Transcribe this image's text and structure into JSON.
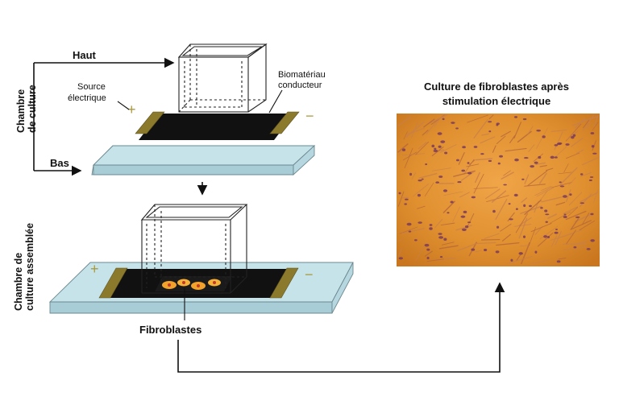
{
  "labels": {
    "haut": "Haut",
    "bas": "Bas",
    "chambre_de_culture_1": "Chambre",
    "chambre_de_culture_2": "de culture",
    "source_1": "Source",
    "source_2": "électrique",
    "biomateriau_1": "Biomatériau",
    "biomateriau_2": "conducteur",
    "chambre_assemblee_1": "Chambre de",
    "chambre_assemblee_2": "culture assemblée",
    "fibroblastes": "Fibroblastes",
    "plus": "+",
    "minus": "−"
  },
  "micrograph": {
    "title_line1": "Culture de fibroblastes après",
    "title_line2": "stimulation électrique"
  },
  "colors": {
    "slide_fill": "#c6e3ea",
    "electrode": "#8c7a2c",
    "biomaterial": "#111111",
    "micrograph_bg": "#d98a2e",
    "cell": "#7a3a5c",
    "sign": "#a89a40"
  }
}
